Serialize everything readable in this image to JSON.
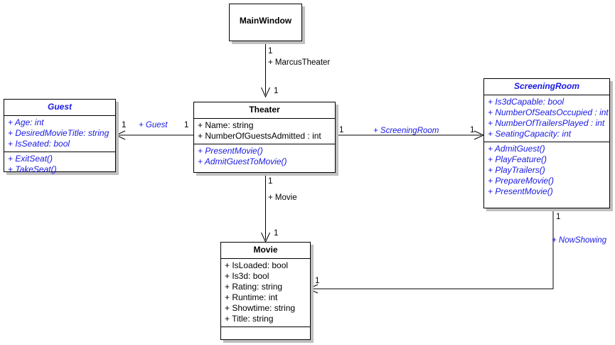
{
  "diagram": {
    "title": "UML Class Diagram",
    "colors": {
      "blue": "#1919e6",
      "black": "#000000",
      "shadow": "#c0c0c0",
      "background": "#ffffff"
    }
  },
  "classes": {
    "mainwindow": {
      "name": "MainWindow",
      "abstract": false,
      "attributes": [],
      "methods": []
    },
    "guest": {
      "name": "Guest",
      "abstract": true,
      "attributes": [
        "+ Age: int",
        "+ DesiredMovieTitle: string",
        "+ IsSeated: bool"
      ],
      "methods": [
        "+ ExitSeat()",
        "+ TakeSeat()"
      ]
    },
    "theater": {
      "name": "Theater",
      "abstract": false,
      "attributes": [
        "+ Name: string",
        "+ NumberOfGuestsAdmitted : int"
      ],
      "methods": [
        "+ PresentMovie()",
        "+ AdmitGuestToMovie()"
      ]
    },
    "screeningroom": {
      "name": "ScreeningRoom",
      "abstract": true,
      "attributes": [
        "+ Is3dCapable: bool",
        "+ NumberOfSeatsOccupied : int",
        "+ NumberOfTrailersPlayed : int",
        "+ SeatingCapacity: int"
      ],
      "methods": [
        "+ AdmitGuest()",
        "+ PlayFeature()",
        "+ PlayTrailers()",
        "+ PrepareMovie()",
        "+ PresentMovie()"
      ]
    },
    "movie": {
      "name": "Movie",
      "abstract": false,
      "attributes": [
        "+ IsLoaded: bool",
        "+ Is3d: bool",
        "+ Rating: string",
        "+ Runtime: int",
        "+ Showtime: string",
        "+ Title: string"
      ],
      "methods": []
    }
  },
  "associations": {
    "mainwindow_theater": {
      "role": "+ MarcusTheater",
      "source_multiplicity": "1",
      "target_multiplicity": "1"
    },
    "theater_guest": {
      "role": "+ Guest",
      "source_multiplicity": "1",
      "target_multiplicity": "1"
    },
    "theater_screeningroom": {
      "role": "+ ScreeningRoom",
      "source_multiplicity": "1",
      "target_multiplicity": "1"
    },
    "theater_movie": {
      "role": "+ Movie",
      "source_multiplicity": "1",
      "target_multiplicity": "1"
    },
    "screeningroom_movie": {
      "role": "+ NowShowing",
      "source_multiplicity": "1",
      "target_multiplicity": "1"
    }
  }
}
